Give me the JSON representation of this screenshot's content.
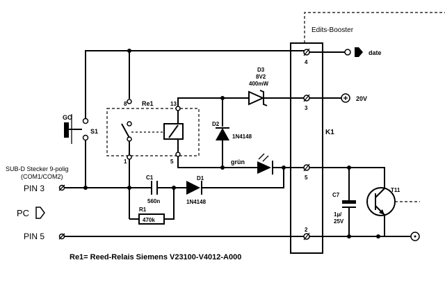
{
  "block": {
    "label": "Edits-Booster",
    "ref": "K1",
    "pins": [
      "4",
      "3",
      "5",
      "2"
    ]
  },
  "outputs": {
    "date": "date",
    "v20": "20V"
  },
  "switch": {
    "ref": "S1",
    "label": "GO"
  },
  "relay": {
    "ref": "Re1",
    "pins": [
      "8",
      "13",
      "1",
      "5"
    ],
    "description": "Re1= Reed-Relais Siemens V23100-V4012-A000"
  },
  "diodes": {
    "d3": {
      "ref": "D3",
      "value": "8V2",
      "power": "400mW"
    },
    "d2": {
      "ref": "D2",
      "value": "1N4148"
    },
    "d1": {
      "ref": "D1",
      "value": "1N4148"
    }
  },
  "led": {
    "label": "grün"
  },
  "capacitors": {
    "c1": {
      "ref": "C1",
      "value": "560n"
    },
    "c7": {
      "ref": "C7",
      "value": "1µ/",
      "voltage": "25V"
    }
  },
  "resistor": {
    "ref": "R1",
    "value": "470k"
  },
  "transistor": {
    "ref": "T11"
  },
  "connector": {
    "line1": "SUB-D Stecker 9-polig",
    "line2": "(COM1/COM2)"
  },
  "pins_left": [
    "PIN 3",
    "PC",
    "PIN 5"
  ]
}
